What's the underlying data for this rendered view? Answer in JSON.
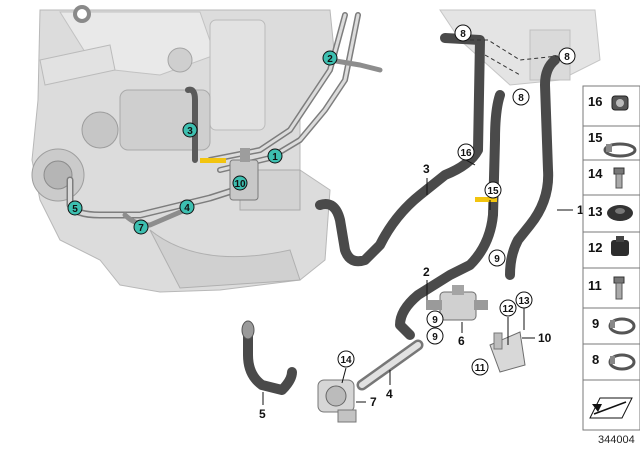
{
  "engine_callouts": [
    "1",
    "2",
    "3",
    "4",
    "5",
    "7",
    "10"
  ],
  "part_callouts": [
    "1",
    "2",
    "3",
    "4",
    "5",
    "6",
    "7",
    "8",
    "8",
    "8",
    "9",
    "9",
    "9",
    "10",
    "11",
    "12",
    "13",
    "14",
    "15",
    "16"
  ],
  "sidebar_items": [
    "16",
    "15",
    "14",
    "13",
    "12",
    "11",
    "9",
    "8"
  ],
  "doc_number": "344004",
  "colors": {
    "highlight_teal": "#3dbfb0",
    "marker_yellow": "#f2c40f",
    "hose": "#4a4a4a",
    "engine": "#d4d4d4"
  }
}
